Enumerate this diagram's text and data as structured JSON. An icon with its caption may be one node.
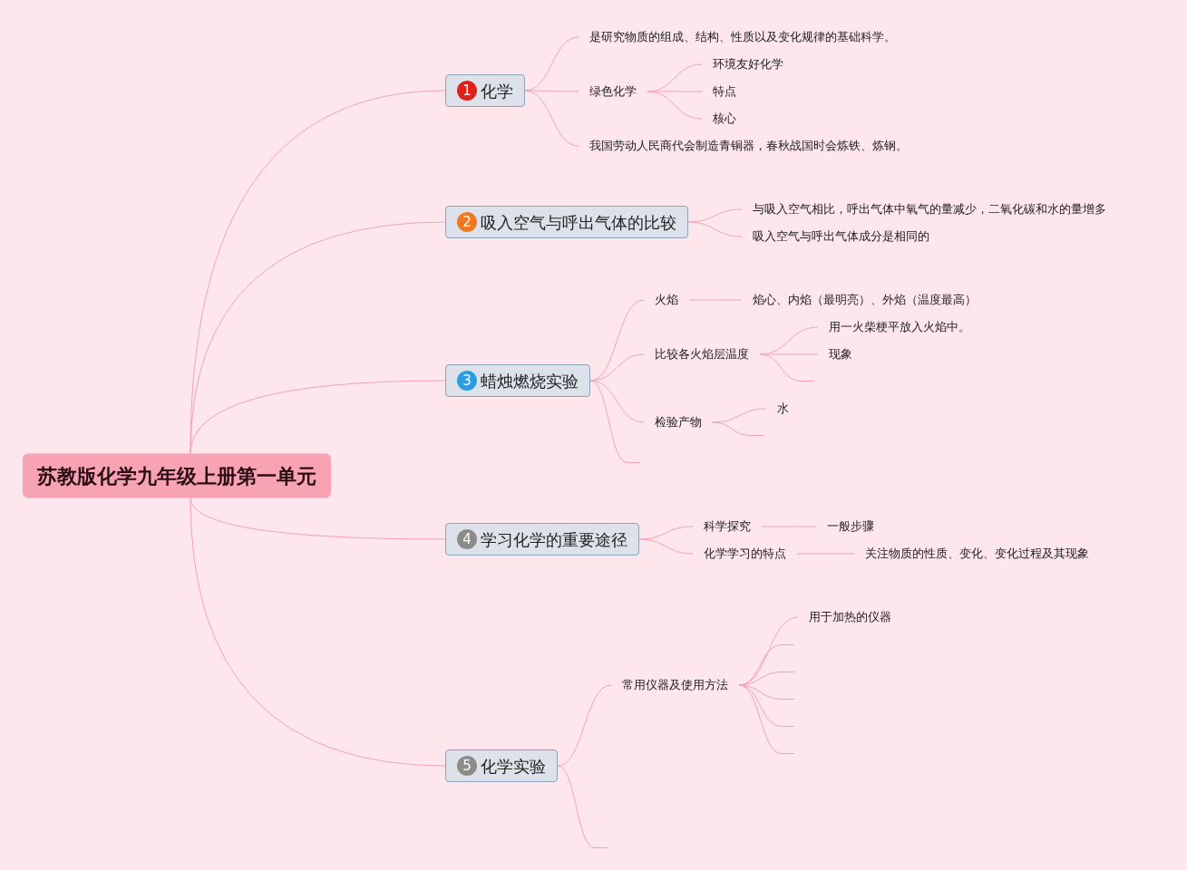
{
  "diagram": {
    "nodes": [
      {
        "text": [
          "苏教版化学九年级上册第一单元"
        ]
      },
      {
        "text": [
          "1",
          "化学"
        ]
      },
      {
        "text": [
          "2",
          "吸入空气与呼出气体的比较"
        ]
      },
      {
        "text": [
          "3",
          "蜡烛燃烧实验"
        ]
      },
      {
        "text": [
          "4",
          "学习化学的重要途径"
        ]
      },
      {
        "text": [
          "5",
          "化学实验"
        ]
      },
      {
        "text": [
          "是研究物质的组成、结构、性质以及变化规律的基础科学。"
        ]
      },
      {
        "text": [
          "绿色化学"
        ]
      },
      {
        "text": [
          "环境友好化学"
        ]
      },
      {
        "text": [
          "特点"
        ]
      },
      {
        "text": [
          "核心"
        ]
      },
      {
        "text": [
          "我国劳动人民商代会制造青铜器，春秋战国时会炼铁、炼钢。"
        ]
      },
      {
        "text": [
          "与吸入空气相比，呼出气体中氧气的量减少，二氧化碳和水的量增多"
        ]
      },
      {
        "text": [
          "吸入空气与呼出气体成分是相同的"
        ]
      },
      {
        "text": [
          "火焰"
        ]
      },
      {
        "text": [
          "焰心、内焰（最明亮）、外焰（温度最高）"
        ]
      },
      {
        "text": [
          "比较各火焰层温度"
        ]
      },
      {
        "text": [
          "用一火柴梗平放入火焰中。"
        ]
      },
      {
        "text": [
          "现象"
        ]
      },
      {
        "text": [],
        "shape": "line"
      },
      {
        "text": [
          "检验产物"
        ]
      },
      {
        "text": [
          "水"
        ]
      },
      {
        "text": [],
        "shape": "line"
      },
      {
        "text": [],
        "shape": "line"
      },
      {
        "text": [
          "科学探究"
        ]
      },
      {
        "text": [
          "一般步骤"
        ]
      },
      {
        "text": [
          "化学学习的特点"
        ]
      },
      {
        "text": [
          "关注物质的性质、变化、变化过程及其现象"
        ]
      },
      {
        "text": [
          "常用仪器及使用方法"
        ]
      },
      {
        "text": [
          "用于加热的仪器"
        ]
      },
      {
        "text": [],
        "shape": "line"
      },
      {
        "text": [],
        "shape": "line"
      },
      {
        "text": [],
        "shape": "line"
      },
      {
        "text": [],
        "shape": "line"
      },
      {
        "text": [],
        "shape": "line"
      },
      {
        "text": [],
        "shape": "line"
      }
    ],
    "edges": [
      {
        "from": 0,
        "to": 1,
        "arrow": "none"
      },
      {
        "from": 0,
        "to": 2,
        "arrow": "none"
      },
      {
        "from": 0,
        "to": 3,
        "arrow": "none"
      },
      {
        "from": 0,
        "to": 4,
        "arrow": "none"
      },
      {
        "from": 0,
        "to": 5,
        "arrow": "none"
      },
      {
        "from": 1,
        "to": 6,
        "arrow": "none"
      },
      {
        "from": 1,
        "to": 7,
        "arrow": "none"
      },
      {
        "from": 7,
        "to": 8,
        "arrow": "none"
      },
      {
        "from": 7,
        "to": 9,
        "arrow": "none"
      },
      {
        "from": 7,
        "to": 10,
        "arrow": "none"
      },
      {
        "from": 1,
        "to": 11,
        "arrow": "none"
      },
      {
        "from": 2,
        "to": 12,
        "arrow": "none"
      },
      {
        "from": 2,
        "to": 13,
        "arrow": "none"
      },
      {
        "from": 3,
        "to": 14,
        "arrow": "none"
      },
      {
        "from": 14,
        "to": 15,
        "arrow": "none"
      },
      {
        "from": 3,
        "to": 16,
        "arrow": "none"
      },
      {
        "from": 16,
        "to": 17,
        "arrow": "none"
      },
      {
        "from": 16,
        "to": 18,
        "arrow": "none"
      },
      {
        "from": 16,
        "to": 19,
        "arrow": "none"
      },
      {
        "from": 3,
        "to": 20,
        "arrow": "none"
      },
      {
        "from": 20,
        "to": 21,
        "arrow": "none"
      },
      {
        "from": 20,
        "to": 22,
        "arrow": "none"
      },
      {
        "from": 3,
        "to": 23,
        "arrow": "none"
      },
      {
        "from": 4,
        "to": 24,
        "arrow": "none"
      },
      {
        "from": 24,
        "to": 25,
        "arrow": "none"
      },
      {
        "from": 4,
        "to": 26,
        "arrow": "none"
      },
      {
        "from": 26,
        "to": 27,
        "arrow": "none"
      },
      {
        "from": 5,
        "to": 28,
        "arrow": "none"
      },
      {
        "from": 28,
        "to": 29,
        "arrow": "none"
      },
      {
        "from": 28,
        "to": 30,
        "arrow": "none"
      },
      {
        "from": 28,
        "to": 31,
        "arrow": "none"
      },
      {
        "from": 28,
        "to": 32,
        "arrow": "none"
      },
      {
        "from": 28,
        "to": 33,
        "arrow": "none"
      },
      {
        "from": 28,
        "to": 34,
        "arrow": "none"
      },
      {
        "from": 5,
        "to": 35,
        "arrow": "none"
      }
    ]
  }
}
